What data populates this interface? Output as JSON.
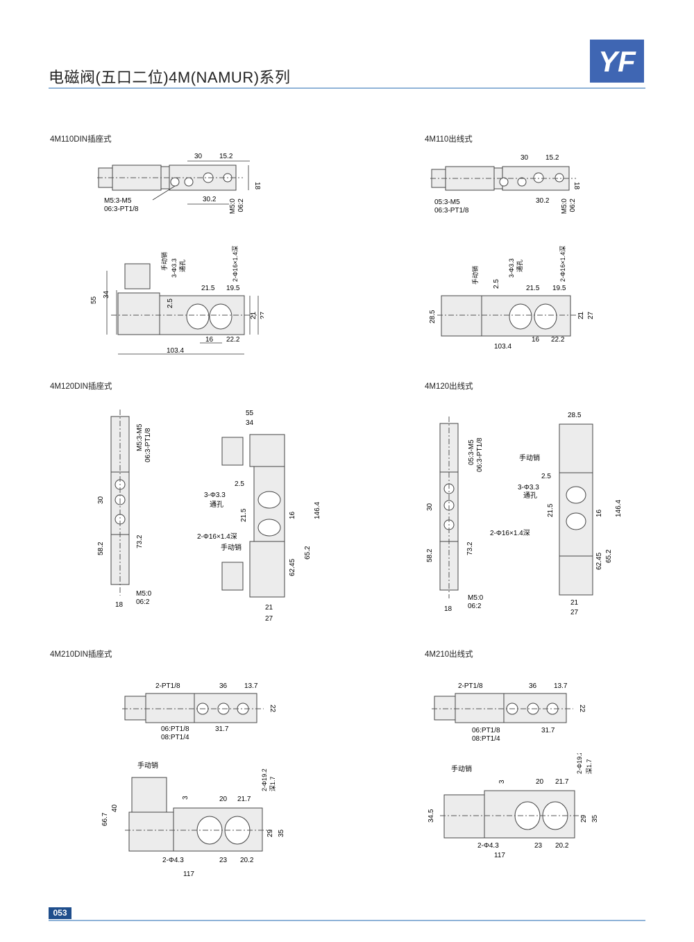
{
  "header": {
    "title": "电磁阀(五口二位)4M(NAMUR)系列",
    "logo_text": "YF",
    "brand_color": "#3f66b3"
  },
  "page_number": "053",
  "figures": [
    {
      "label": "4M110DIN插座式",
      "top": {
        "note1": "M5:3-M5",
        "note2": "06:3-PT1/8",
        "dims": {
          "a": "30",
          "b": "15.2",
          "c": "30.2",
          "d": "M5:0",
          "e": "06:2",
          "h": "18"
        }
      },
      "side": {
        "d1": "55",
        "d2": "34",
        "d3": "手动销",
        "d4": "3-Φ3.3",
        "d5": "通孔",
        "d6": "2-Φ16×1.4深",
        "d7": "21.5",
        "d8": "19.5",
        "d9": "2.5",
        "d10": "21",
        "d11": "27",
        "d12": "16",
        "d13": "22.2",
        "d14": "103.4"
      }
    },
    {
      "label": "4M110出线式",
      "top": {
        "note1": "05:3-M5",
        "note2": "06:3-PT1/8",
        "dims": {
          "a": "30",
          "b": "15.2",
          "c": "30.2",
          "d": "M5:0",
          "e": "06:2",
          "h": "18"
        }
      },
      "side": {
        "d1": "28.5",
        "d3": "手动销",
        "d4": "3-Φ3.3",
        "d5": "通孔",
        "d6": "2-Φ16×1.4深",
        "d7": "21.5",
        "d8": "19.5",
        "d9": "2.5",
        "d10": "21",
        "d11": "27",
        "d12": "16",
        "d13": "22.2",
        "d14": "103.4"
      }
    },
    {
      "label": "4M120DIN插座式",
      "left": {
        "n1": "M5:3-M5",
        "n2": "06:3-PT1/8",
        "a": "30",
        "b": "58.2",
        "c": "73.2",
        "d": "M5:0",
        "e": "06:2",
        "w": "18"
      },
      "right": {
        "a": "55",
        "b": "34",
        "c": "2.5",
        "d": "3-Φ3.3",
        "e": "通孔",
        "f": "21.5",
        "g": "16",
        "h": "2-Φ16×1.4深",
        "i": "手动销",
        "j": "146.4",
        "k": "65.2",
        "l": "62.45",
        "m": "21",
        "n": "27"
      }
    },
    {
      "label": "4M120出线式",
      "left": {
        "n1": "05:3-M5",
        "n2": "06:3-PT1/8",
        "a": "30",
        "b": "58.2",
        "c": "73.2",
        "d": "M5:0",
        "e": "06:2",
        "w": "18"
      },
      "right": {
        "a": "28.5",
        "i": "手动销",
        "c": "2.5",
        "d": "3-Φ3.3",
        "e": "通孔",
        "f": "21.5",
        "g": "16",
        "h": "2-Φ16×1.4深",
        "j": "146.4",
        "k": "65.2",
        "l": "62.45",
        "m": "21",
        "n": "27"
      }
    },
    {
      "label": "4M210DIN插座式",
      "top": {
        "n1": "2-PT1/8",
        "a": "36",
        "b": "13.7",
        "h": "22",
        "n2": "06:PT1/8",
        "n3": "08:PT1/4",
        "c": "31.7"
      },
      "side": {
        "i": "手动销",
        "a": "66.7",
        "b": "40",
        "c": "3",
        "d": "20",
        "e": "21.7",
        "f": "2-Φ19.2",
        "g": "深1.7",
        "h1": "29",
        "h2": "35",
        "j": "2-Φ4.3",
        "k": "23",
        "l": "20.2",
        "w": "117"
      }
    },
    {
      "label": "4M210出线式",
      "top": {
        "n1": "2-PT1/8",
        "a": "36",
        "b": "13.7",
        "h": "22",
        "n2": "06:PT1/8",
        "n3": "08:PT1/4",
        "c": "31.7"
      },
      "side": {
        "i": "手动销",
        "a": "34.5",
        "c": "3",
        "d": "20",
        "e": "21.7",
        "f": "2-Φ19.2",
        "g": "深1.7",
        "h1": "29",
        "h2": "35",
        "j": "2-Φ4.3",
        "k": "23",
        "l": "20.2",
        "w": "117"
      }
    }
  ]
}
